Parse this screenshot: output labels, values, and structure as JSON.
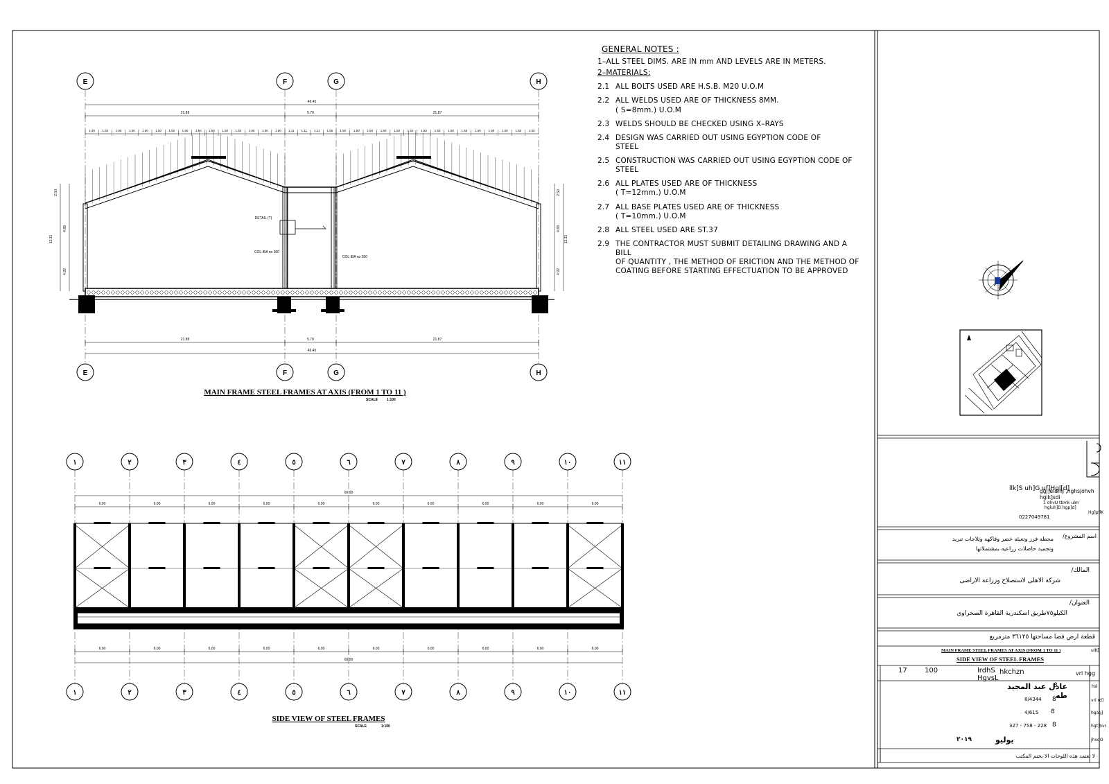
{
  "drawing": {
    "main_frame": {
      "title": "MAIN FRAME STEEL FRAMES AT AXIS (FROM 1 TO 11 )",
      "scale_label": "SCALE",
      "scale_value": "1:100",
      "axes": [
        "E",
        "F",
        "G",
        "H"
      ],
      "total_dim": "49.45",
      "segment_dims": [
        "21.88",
        "5.70",
        "21.87"
      ],
      "purlin_dims_left": [
        "1.45",
        "1.50",
        "1.50",
        "1.50",
        "1.50",
        "1.50",
        "1.50",
        "1.50",
        "1.50",
        "1.50",
        "1.50",
        "1.50",
        "1.50",
        "1.50",
        "1.50"
      ],
      "purlin_dims_mid": [
        "1.11",
        "1.11",
        "1.11",
        "1.06"
      ],
      "purlin_dims_right": [
        "1.50",
        "1.50",
        "1.50",
        "1.50",
        "1.50",
        "1.50",
        "1.50",
        "1.50",
        "1.50",
        "1.50",
        "1.50",
        "1.50",
        "1.50",
        "1.50",
        "1.50"
      ],
      "height_dims_left": [
        "2.50",
        "12.31",
        "4.89",
        "4.92"
      ],
      "height_dims_right": [
        "2.50",
        "12.31",
        "4.89",
        "4.92"
      ],
      "labels": {
        "detail": "DETAIL (T)",
        "column_a": "COL.IBA no 300",
        "column_b": "COL.IBA no 300"
      }
    },
    "side_view": {
      "title": "SIDE VIEW OF STEEL FRAMES",
      "scale_label": "SCALE",
      "scale_value": "1:100",
      "axes": [
        "١",
        "٢",
        "٣",
        "٤",
        "٥",
        "٦",
        "٧",
        "٨",
        "٩",
        "١٠",
        "١١"
      ],
      "total_dim": "60.00",
      "bay_dims": [
        "6.00",
        "6.00",
        "6.00",
        "6.00",
        "6.00",
        "6.00",
        "6.00",
        "6.00",
        "6.00",
        "6.00"
      ],
      "braced_bays": [
        0,
        4,
        5,
        9
      ]
    }
  },
  "general_notes": {
    "heading": "GENERAL NOTES :",
    "note1": "1–ALL STEEL DIMS. ARE IN mm AND LEVELS ARE IN METERS.",
    "materials_heading": "2–MATERIALS:",
    "items": [
      {
        "num": "2.1",
        "text": "ALL BOLTS USED ARE H.S.B. M20 U.O.M"
      },
      {
        "num": "2.2",
        "text": "ALL WELDS USED ARE OF THICKNESS 8MM.\n( S=8mm.) U.O.M"
      },
      {
        "num": "2.3",
        "text": "WELDS SHOULD BE CHECKED USING X–RAYS"
      },
      {
        "num": "2.4",
        "text": " DESIGN WAS CARRIED OUT USING  EGYPTION CODE OF\n STEEL"
      },
      {
        "num": "2.5",
        "text": " CONSTRUCTION WAS CARRIED OUT USING  EGYPTION CODE OF\n STEEL"
      },
      {
        "num": "2.6",
        "text": "ALL  PLATES USED ARE OF THICKNESS\n    ( T=12mm.) U.O.M"
      },
      {
        "num": "2.7",
        "text": "ALL BASE PLATES USED ARE OF THICKNESS\n    ( T=10mm.) U.O.M"
      },
      {
        "num": "2.8",
        "text": "ALL STEEL USED ARE ST.37"
      },
      {
        "num": "2.9",
        "text": "THE CONTRACTOR MUST SUBMIT DETAILING DRAWING AND A BILL\nOF QUANTITY , THE METHOD OF ERICTION AND THE METHOD OF\nCOATING BEFORE STARTING EFFECTUATION TO BE APPROVED"
      }
    ]
  },
  "title_block": {
    "office_line1": "ggj]eldlhJ ,hghsjohvh",
    "office_line2": "hgik]sdi",
    "office_line3": "llk]S uh]G uf]Hgl[d]",
    "office_phone_label": "1  ohvU tbmk ulm",
    "office_addr": "hgluh]D hgp]d]",
    "office_city": "Hg]pflK",
    "office_phone": "0227049781",
    "project_label": "اسم المشروع/",
    "project_line1": "محطه فرز وتعبئه خضر وفاكهه وثلاجات تبريد",
    "project_line2": "وتجميد حاصلات زراعيه بمشتملاتها",
    "owner_label": "المالك/",
    "owner_value": "شركة الاهلى لاستصلاح وزراعة الاراضى",
    "address_label": "العنوان/",
    "address_value": "الكيلو٧٥طريق اسكندرية القاهرة الصحراوي",
    "plot_value": "قطعة ارض فضا مساحتها ٣٦١٢٥ مترمربع",
    "sheet_title1": "MAIN FRAME STEEL FRAMES AT AXIS (FROM 1 TO 11 )",
    "sheet_title2": "SIDE VIEW OF STEEL FRAMES",
    "sheet_title_label": "ulK[",
    "sheet_no": "17",
    "scale": "100",
    "scale_label_a": "lrdhS",
    "scale_label_b": "HgvsL",
    "sheet_label": "hkchzn",
    "sheet_num_label": "vrl hgg",
    "engineer_name": "عادل عبد المجيد طه",
    "engineer_label": "hsl",
    "reg1": "8/4344",
    "reg1_label": "vrl rd]",
    "reg2": "4/615",
    "reg2_label": "hgag]",
    "reg3": "327 - 758 - 228",
    "reg3_label": "hgt]hvr",
    "date_month": "يوليو",
    "date_year": "٢٠١٩",
    "date_label": "jhvdO",
    "footer": "لا تعتمد هذه اللوحات الا بختم المكتب",
    "idx": "8"
  }
}
